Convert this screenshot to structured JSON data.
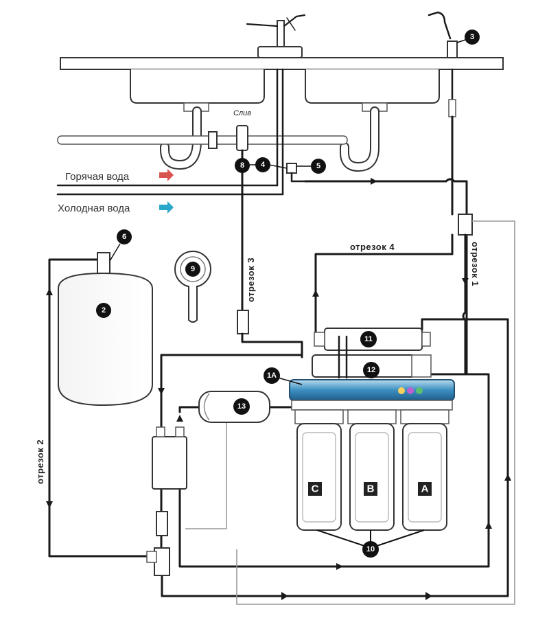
{
  "labels": {
    "hot_water": "Горячая вода",
    "cold_water": "Холодная вода",
    "drain": "Слив"
  },
  "segments": {
    "s1": "отрезок 1",
    "s2": "отрезок 2",
    "s3": "отрезок 3",
    "s4": "отрезок 4"
  },
  "callouts": {
    "c1a": "1А",
    "c2": "2",
    "c3": "3",
    "c4": "4",
    "c5": "5",
    "c6": "6",
    "c8": "8",
    "c9": "9",
    "c10": "10",
    "c11": "11",
    "c12": "12",
    "c13": "13"
  },
  "housings": {
    "a": "A",
    "b": "B",
    "c": "C"
  },
  "colors": {
    "hot_arrow": "#d9534f",
    "cold_arrow": "#2aa7c9",
    "filter_head": "#3d8fc0",
    "pipe": "#1a1a1a"
  }
}
